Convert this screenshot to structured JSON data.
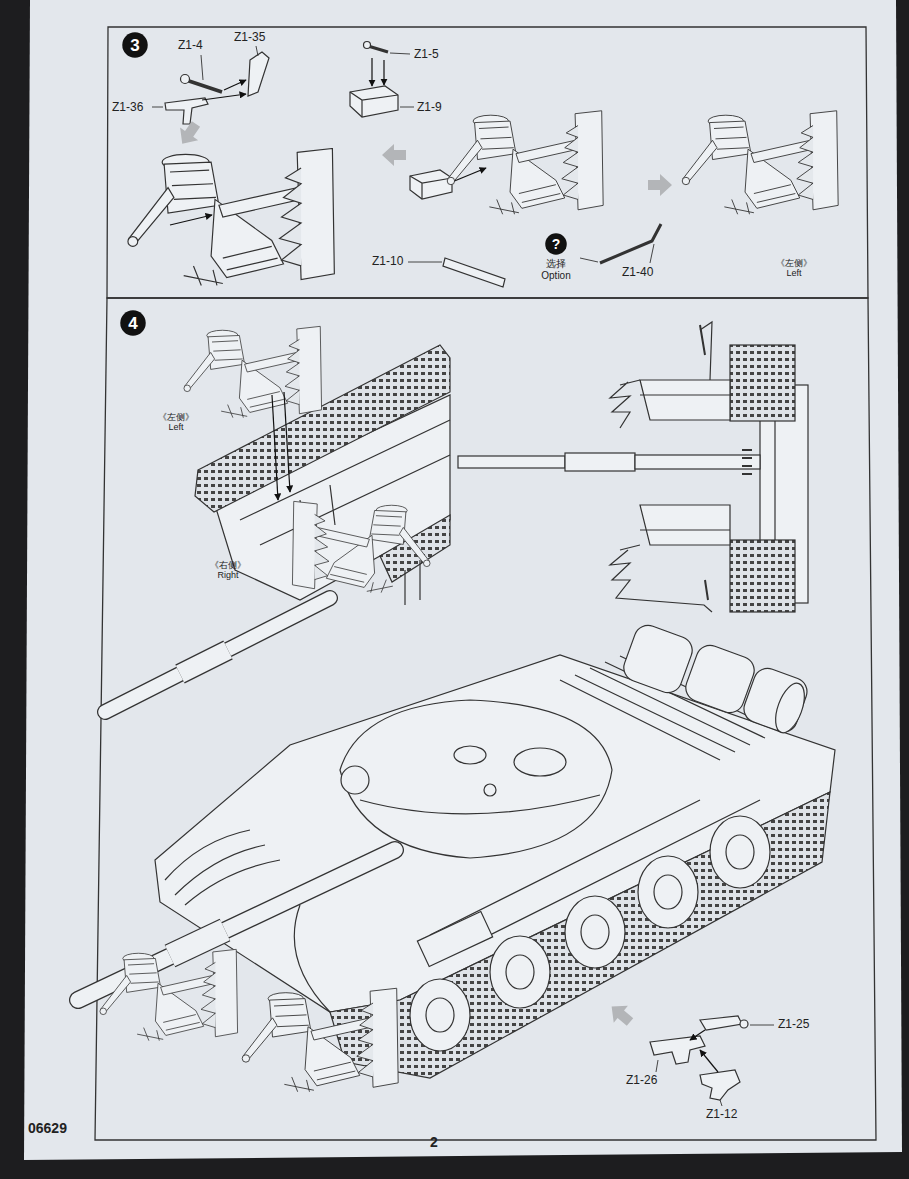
{
  "diagram": {
    "nodes": [
      {
        "text": [
          "3"
        ]
      },
      {
        "text": [
          "?",
          "选择 Option"
        ]
      },
      {
        "text": [
          "4"
        ]
      }
    ],
    "labels": [
      "Z1-4",
      "Z1-35",
      "Z1-36",
      "Z1-5",
      "Z1-9",
      "Z1-10",
      "Z1-40",
      "《左侧》 Left",
      "《左侧》 Left",
      "《右侧》 Right",
      "Z1-25",
      "Z1-26",
      "Z1-12",
      "06629",
      "2"
    ]
  }
}
